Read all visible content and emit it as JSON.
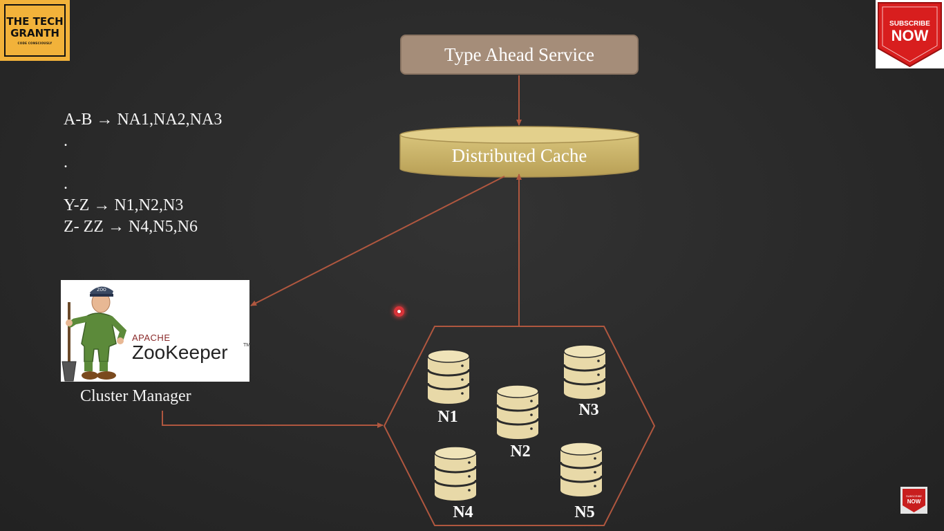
{
  "logo": {
    "line1": "THE TECH",
    "line2": "GRANTH",
    "tagline": "CODE CONSCIOUSLY"
  },
  "subscribe": {
    "line1": "SUBSCRIBE",
    "line2": "NOW",
    "color": "#d81e1e"
  },
  "mini_subscribe": {
    "line1": "SUBSCRIBE",
    "line2": "NOW"
  },
  "mapping": {
    "lines": [
      "A-B → NA1,NA2,NA3",
      ".",
      ".",
      ".",
      "Y-Z → N1,N2,N3",
      "Z- ZZ → N4,N5,N6"
    ]
  },
  "service": {
    "label": "Type Ahead Service",
    "color": "#a58d79"
  },
  "cache": {
    "label": "Distributed Cache",
    "color": "#c9b46a"
  },
  "zookeeper": {
    "apache": "APACHE",
    "name": "ZooKeeper",
    "tm": "TM",
    "hat": "ZOO"
  },
  "cluster_manager": {
    "label": "Cluster Manager"
  },
  "nodes": [
    {
      "id": "n1",
      "label": "N1"
    },
    {
      "id": "n2",
      "label": "N2"
    },
    {
      "id": "n3",
      "label": "N3"
    },
    {
      "id": "n4",
      "label": "N4"
    },
    {
      "id": "n5",
      "label": "N5"
    }
  ],
  "colors": {
    "arrow": "#b0573f",
    "db": "#e8d9a8",
    "db_stripe": "#2b2b2b"
  }
}
